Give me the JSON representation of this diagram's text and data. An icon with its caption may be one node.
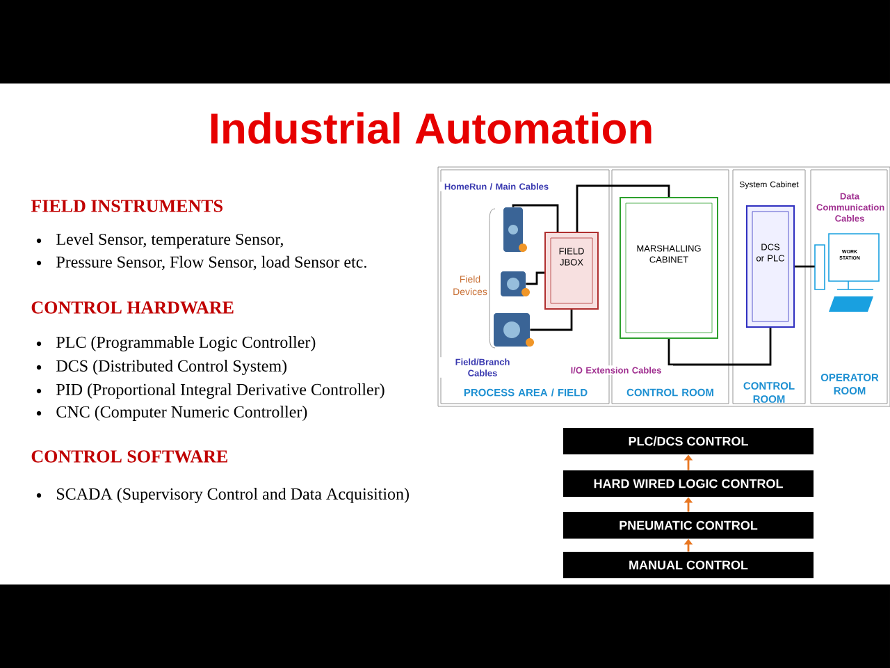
{
  "diagram": {
    "title": "Industrial Automation",
    "nodes": [
      {
        "text": [
          "PROCESS AREA / FIELD"
        ]
      },
      {
        "text": [
          "CONTROL ROOM"
        ]
      },
      {
        "text": [
          "System Cabinet",
          "CONTROL ROOM"
        ]
      },
      {
        "text": [
          "OPERATOR ROOM"
        ]
      },
      {
        "text": [
          "FIELD JBOX"
        ],
        "in": 0
      },
      {
        "text": [
          "MARSHALLING CABINET"
        ],
        "in": 1
      },
      {
        "text": [
          "DCS or PLC"
        ],
        "in": 2
      },
      {
        "text": [
          "WORK STATION"
        ],
        "in": 3
      },
      {
        "text": [],
        "shape": "picture",
        "in": 0
      },
      {
        "text": [],
        "shape": "picture",
        "in": 0
      },
      {
        "text": [],
        "shape": "picture",
        "in": 0
      },
      {
        "text": [
          "PLC/DCS CONTROL"
        ]
      },
      {
        "text": [
          "HARD WIRED LOGIC CONTROL"
        ]
      },
      {
        "text": [
          "PNEUMATIC CONTROL"
        ]
      },
      {
        "text": [
          "MANUAL CONTROL"
        ]
      }
    ],
    "edges": [
      {
        "from": 8,
        "to": 4,
        "arrow": "none"
      },
      {
        "from": 9,
        "to": 4,
        "arrow": "none"
      },
      {
        "from": 10,
        "to": 4,
        "arrow": "none",
        "label": "Field/Branch Cables"
      },
      {
        "from": 4,
        "to": 5,
        "arrow": "none",
        "label": "HomeRun / Main Cables"
      },
      {
        "from": 5,
        "to": 6,
        "arrow": "none",
        "label": "I/O Extension Cables"
      },
      {
        "from": 6,
        "to": 7,
        "arrow": "none",
        "label": "Data Communication Cables"
      },
      {
        "from": 14,
        "to": 13,
        "arrow": "to",
        "color": "#e87722"
      },
      {
        "from": 13,
        "to": 12,
        "arrow": "to",
        "color": "#e87722"
      },
      {
        "from": 12,
        "to": 11,
        "arrow": "to",
        "color": "#e87722"
      }
    ],
    "labels": [
      "FIELD INSTRUMENTS",
      "Level Sensor, temperature Sensor,",
      "Pressure Sensor, Flow Sensor, load Sensor etc.",
      "CONTROL HARDWARE",
      "PLC (Programmable Logic Controller)",
      "DCS (Distributed Control System)",
      "PID (Proportional Integral Derivative Controller)",
      "CNC (Computer Numeric Controller)",
      "CONTROL SOFTWARE",
      "SCADA (Supervisory Control and Data Acquisition)",
      "Field Devices"
    ]
  }
}
